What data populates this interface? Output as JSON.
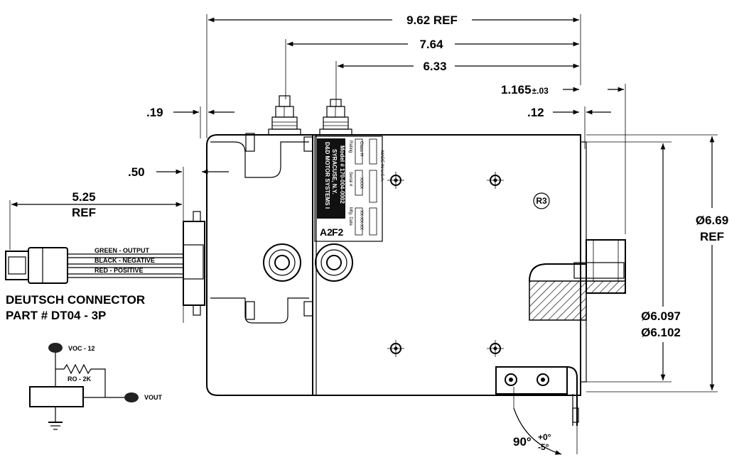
{
  "dimensions": {
    "overall_length": "9.62 REF",
    "terminal_1": "7.64",
    "terminal_2": "6.33",
    "shaft_ext": "1.165",
    "shaft_ext_tol": "±.03",
    "pilot": ".12",
    "d19": ".19",
    "d50": ".50",
    "lead_length_a": "5.25",
    "lead_length_b": "REF",
    "diameter_outer_a": "Ø6.69",
    "diameter_outer_b": "REF",
    "diameter_pilot_a": "Ø6.097",
    "diameter_pilot_b": "Ø6.102",
    "angle": "90°",
    "angle_tol_plus": "+0°",
    "angle_tol_minus": "-5°"
  },
  "wires": {
    "green": "GREEN - OUTPUT",
    "black": "BLACK - NEGATIVE",
    "red": "RED - POSITIVE"
  },
  "connector": {
    "line1": "DEUTSCH CONNECTOR",
    "line2": "PART # DT04 - 3P"
  },
  "schematic": {
    "voc": "VOC - 12",
    "ro": "RO - 2K",
    "vout": "VOUT"
  },
  "label": {
    "company": "D&D MOTOR SYSTEMS I",
    "city": "SYRACUSE, N.Y.",
    "model": "Model # 170-004-0002",
    "rating": "Rating",
    "serial": "Serial #",
    "mfg_date": "Mfg. Date",
    "made_in": "MADE IN U.S.A.",
    "a2": "A2",
    "f2": "F2",
    "rating_value": "Class H",
    "serial_value": "XXXX",
    "mfg_value": "XX-XX-XX"
  },
  "callout_r3": "R3"
}
